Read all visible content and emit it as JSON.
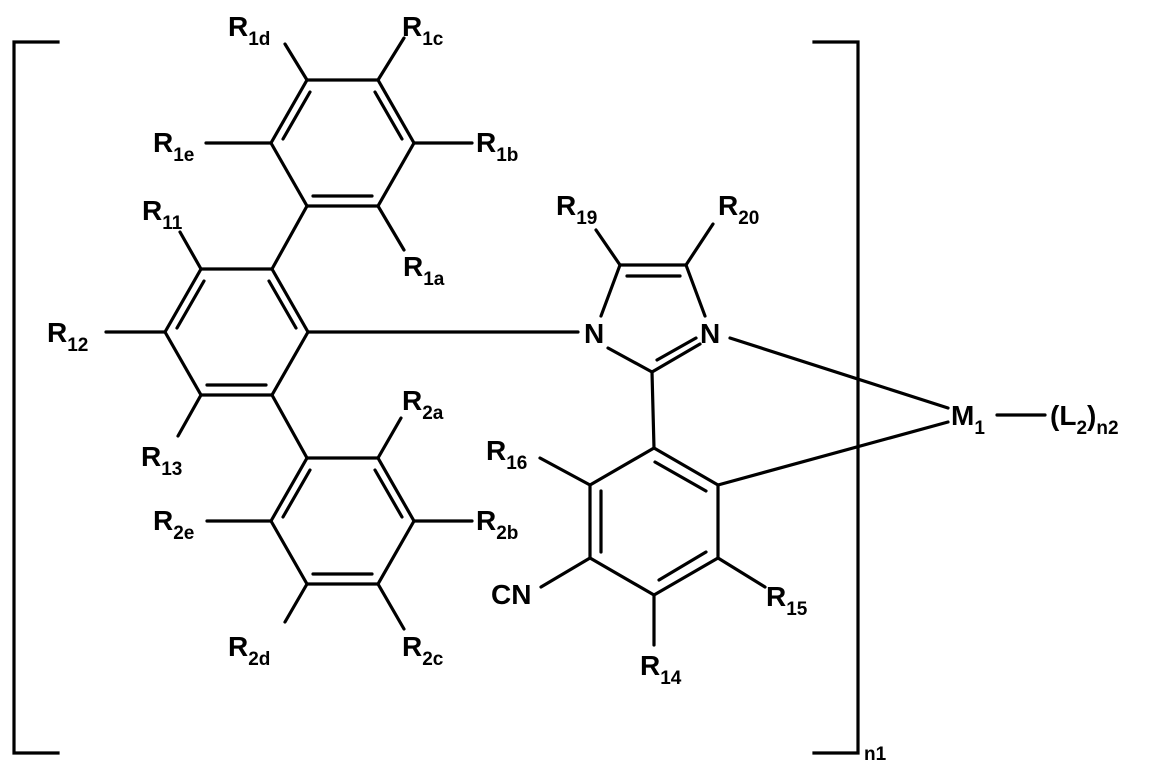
{
  "labels": {
    "R1d": {
      "main": "R",
      "sub": "1d"
    },
    "R1c": {
      "main": "R",
      "sub": "1c"
    },
    "R1e": {
      "main": "R",
      "sub": "1e"
    },
    "R1b": {
      "main": "R",
      "sub": "1b"
    },
    "R1a": {
      "main": "R",
      "sub": "1a"
    },
    "R11": {
      "main": "R",
      "sub": "11"
    },
    "R12": {
      "main": "R",
      "sub": "12"
    },
    "R13": {
      "main": "R",
      "sub": "13"
    },
    "R2a": {
      "main": "R",
      "sub": "2a"
    },
    "R2b": {
      "main": "R",
      "sub": "2b"
    },
    "R2c": {
      "main": "R",
      "sub": "2c"
    },
    "R2d": {
      "main": "R",
      "sub": "2d"
    },
    "R2e": {
      "main": "R",
      "sub": "2e"
    },
    "R19": {
      "main": "R",
      "sub": "19"
    },
    "R20": {
      "main": "R",
      "sub": "20"
    },
    "R16": {
      "main": "R",
      "sub": "16"
    },
    "R15": {
      "main": "R",
      "sub": "15"
    },
    "R14": {
      "main": "R",
      "sub": "14"
    },
    "N1": {
      "main": "N"
    },
    "N3": {
      "main": "N"
    },
    "CN": {
      "main": "CN"
    },
    "M1": {
      "main": "M",
      "sub": "1"
    },
    "L2": {
      "open": "(L",
      "sub": "2",
      "close": ")",
      "sub2": "n2"
    },
    "n1": {
      "main": "n1"
    }
  }
}
